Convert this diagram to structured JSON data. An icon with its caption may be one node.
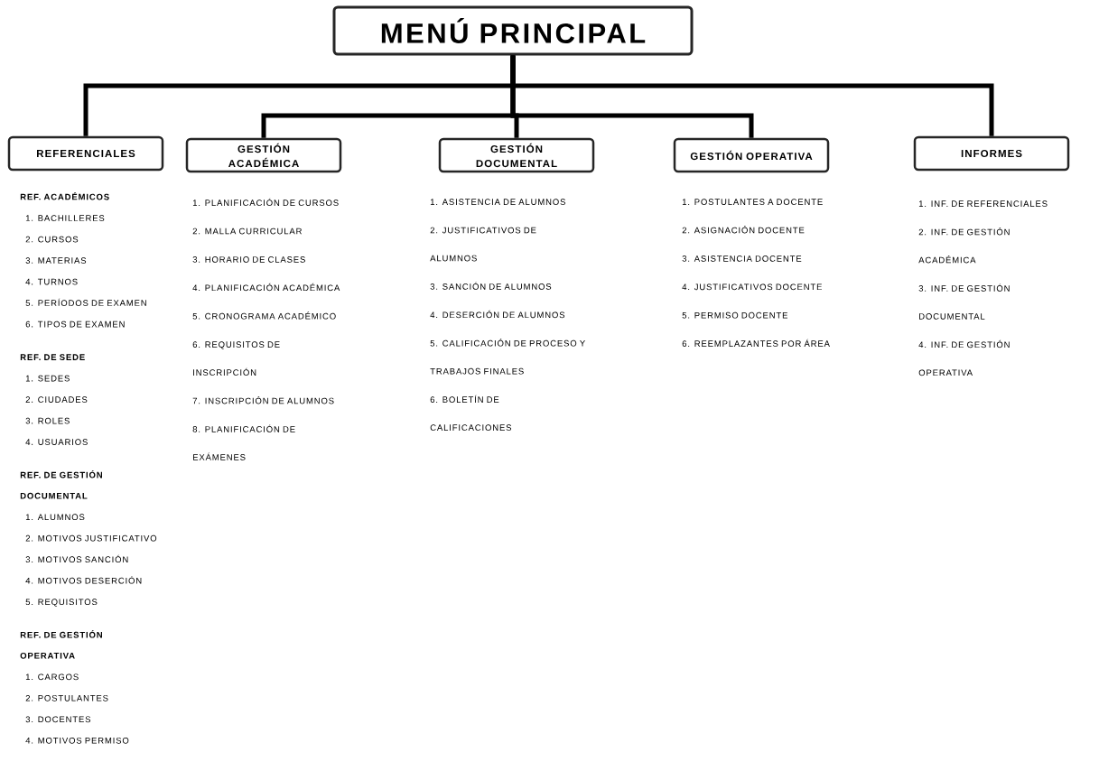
{
  "diagram": {
    "nodes": [
      {
        "text": [
          "MENÚ PRINCIPAL"
        ]
      },
      {
        "text": [
          "REFERENCIALES"
        ],
        "beside": [
          "REF. ACADÉMICOS",
          "1. BACHILLERES",
          "2. CURSOS",
          "3. MATERIAS",
          "4. TURNOS",
          "5. PERÍODOS DE EXAMEN",
          "6. TIPOS DE EXAMEN",
          "REF. DE SEDE",
          "1. SEDES",
          "2. CIUDADES",
          "3. ROLES",
          "4. USUARIOS",
          "REF. DE GESTIÓN DOCUMENTAL",
          "1. ALUMNOS",
          "2. MOTIVOS JUSTIFICATIVO",
          "3. MOTIVOS SANCIÓN",
          "4. MOTIVOS DESERCIÓN",
          "5. REQUISITOS",
          "REF. DE GESTIÓN OPERATIVA",
          "1. CARGOS",
          "2. POSTULANTES",
          "3. DOCENTES",
          "4. MOTIVOS PERMISO"
        ]
      },
      {
        "text": [
          "GESTIÓN ACADÉMICA"
        ],
        "beside": [
          "1. PLANIFICACIÓN DE CURSOS",
          "2. MALLA CURRICULAR",
          "3. HORARIO DE CLASES",
          "4. PLANIFICACIÓN ACADÉMICA",
          "5. CRONOGRAMA ACADÉMICO",
          "6. REQUISITOS DE INSCRIPCIÓN",
          "7. INSCRIPCIÓN DE ALUMNOS",
          "8. PLANIFICACIÓN DE EXÁMENES"
        ]
      },
      {
        "text": [
          "GESTIÓN DOCUMENTAL"
        ],
        "beside": [
          "1. ASISTENCIA DE ALUMNOS",
          "2. JUSTIFICATIVOS DE ALUMNOS",
          "3. SANCIÓN DE ALUMNOS",
          "4. DESERCIÓN DE ALUMNOS",
          "5. CALIFICACIÓN DE PROCESO Y TRABAJOS FINALES",
          "6. BOLETÍN DE CALIFICACIONES"
        ]
      },
      {
        "text": [
          "GESTIÓN OPERATIVA"
        ],
        "beside": [
          "1. POSTULANTES A DOCENTE",
          "2. ASIGNACIÓN DOCENTE",
          "3. ASISTENCIA DOCENTE",
          "4. JUSTIFICATIVOS DOCENTE",
          "5. PERMISO DOCENTE",
          "6. REEMPLAZANTES POR ÁREA"
        ]
      },
      {
        "text": [
          "INFORMES"
        ],
        "beside": [
          "1. INF. DE REFERENCIALES",
          "2. INF. DE GESTIÓN ACADÉMICA",
          "3. INF. DE GESTIÓN DOCUMENTAL",
          "4. INF. DE GESTIÓN OPERATIVA"
        ]
      }
    ],
    "edges": [
      {
        "from": 0,
        "to": 1,
        "arrow": "none"
      },
      {
        "from": 0,
        "to": 2,
        "arrow": "none"
      },
      {
        "from": 0,
        "to": 3,
        "arrow": "none"
      },
      {
        "from": 0,
        "to": 4,
        "arrow": "none"
      },
      {
        "from": 0,
        "to": 5,
        "arrow": "none"
      }
    ]
  }
}
